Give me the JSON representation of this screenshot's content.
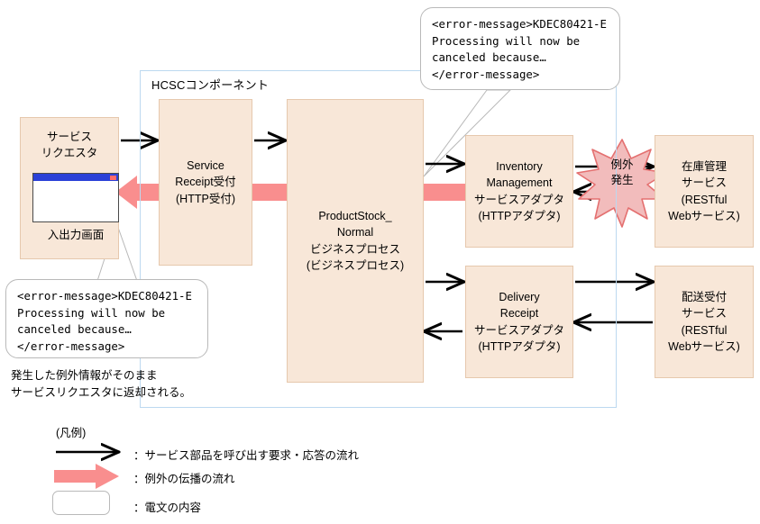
{
  "diagram": {
    "container_label": "HCSCコンポーネント",
    "boxes": {
      "requester": "サービス\nリクエスタ",
      "requester_screen_caption": "入出力画面",
      "service_receipt": "Service\nReceipt受付\n(HTTP受付)",
      "product_stock": "ProductStock_\nNormal\nビジネスプロセス\n(ビジネスプロセス)",
      "inventory_adapter": "Inventory\nManagement\nサービスアダプタ\n(HTTPアダプタ)",
      "delivery_adapter": "Delivery\nReceipt\nサービスアダプタ\n(HTTPアダプタ)",
      "stock_service": "在庫管理\nサービス\n(RESTful\nWebサービス)",
      "delivery_service": "配送受付\nサービス\n(RESTful\nWebサービス)"
    },
    "burst_label": "例外\n発生",
    "callout_top": "<error-message>KDEC80421-E\nProcessing will now be\ncanceled because…\n</error-message>",
    "callout_bottom": "<error-message>KDEC80421-E\nProcessing will now be\ncanceled because…\n</error-message>",
    "note": "発生した例外情報がそのまま\nサービスリクエスタに返却される。"
  },
  "legend": {
    "title": "(凡例)",
    "items": [
      {
        "symbol": "black-arrow",
        "text": "：サービス部品を呼び出す要求・応答の流れ"
      },
      {
        "symbol": "pink-arrow",
        "text": "：例外の伝播の流れ"
      },
      {
        "symbol": "rounded-box",
        "text": "：電文の内容"
      }
    ]
  },
  "colors": {
    "box_fill": "#f8e7d8",
    "box_border": "#e6c8ad",
    "container_border": "#bcd9f0",
    "pink_arrow": "#f98e8e",
    "burst_fill": "#f2bcbc",
    "burst_border": "#e47070",
    "window_titlebar": "#2b41d8",
    "callout_border": "#b9b9b9"
  }
}
